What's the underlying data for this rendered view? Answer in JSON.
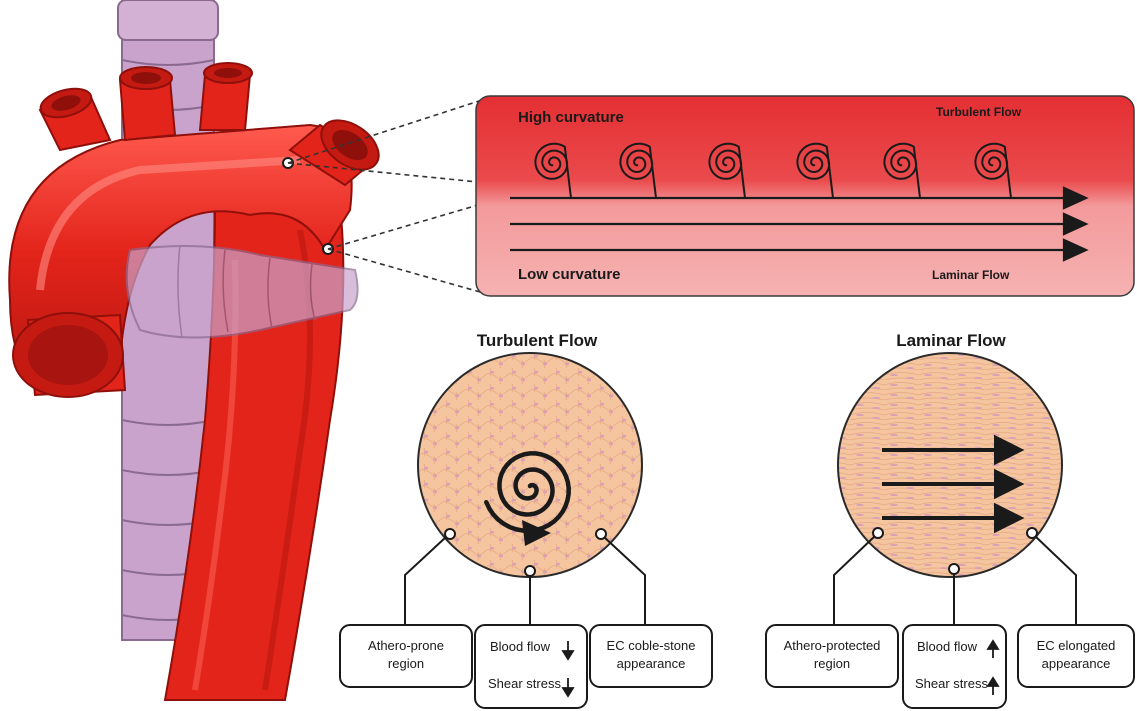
{
  "colors": {
    "artery_red": "#e3241b",
    "artery_dark": "#a8140f",
    "trachea_lilac": "#c9a3cc",
    "panel_top": "#e8343a",
    "panel_bottom": "#f4a6a8",
    "endothelium": "#f3c39c"
  },
  "panel": {
    "high_label": "High curvature",
    "turbulent_label": "Turbulent Flow",
    "low_label": "Low curvature",
    "laminar_label": "Laminar Flow"
  },
  "turbulent": {
    "title": "Turbulent Flow",
    "box_left": [
      "Athero-prone",
      "region"
    ],
    "box_mid": [
      "Blood flow",
      "Shear stress"
    ],
    "arrow_direction": "down",
    "box_right": [
      "EC coble-stone",
      "appearance"
    ]
  },
  "laminar": {
    "title": "Laminar Flow",
    "box_left": [
      "Athero-protected",
      "region"
    ],
    "box_mid": [
      "Blood flow",
      "Shear stress"
    ],
    "arrow_direction": "up",
    "box_right": [
      "EC elongated",
      "appearance"
    ]
  }
}
